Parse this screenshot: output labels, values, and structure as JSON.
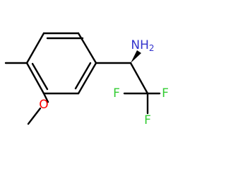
{
  "molecule": {
    "atoms": {
      "amine": {
        "label": "NH2",
        "main": "NH",
        "sub": "2",
        "color": "#3333cc"
      },
      "fluorine_top": {
        "label": "F",
        "color": "#33cc33"
      },
      "fluorine_left": {
        "label": "F",
        "color": "#33cc33"
      },
      "fluorine_bottom": {
        "label": "F",
        "color": "#33cc33"
      },
      "oxygen": {
        "label": "O",
        "color": "#ff0000"
      }
    },
    "stereo": {
      "chiral_center": "wedge"
    },
    "bond_color": "#000000"
  }
}
